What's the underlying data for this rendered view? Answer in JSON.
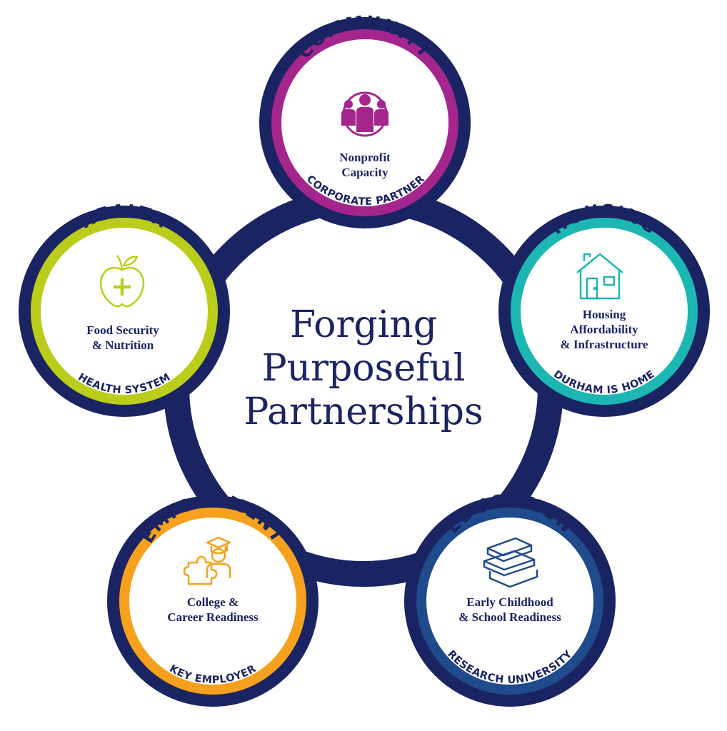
{
  "title_lines": [
    "Forging",
    "Purposeful",
    "Partnerships"
  ],
  "colors": {
    "navy": "#1b2463",
    "community": "#a4268c",
    "housing": "#1cb6b3",
    "education": "#1f4a8c",
    "employment": "#f5a11d",
    "health": "#b9cd1a"
  },
  "nodes": [
    {
      "key": "community",
      "title": "COMMUNITY",
      "focus_lines": [
        "Nonprofit",
        "Capacity"
      ],
      "role": "CORPORATE PARTNER",
      "icon": "people-group-icon",
      "color": "#a4268c"
    },
    {
      "key": "housing",
      "title": "HOUSING",
      "focus_lines": [
        "Housing",
        "Affordability",
        "& Infrastructure"
      ],
      "role": "DURHAM IS HOME",
      "icon": "house-icon",
      "color": "#1cb6b3"
    },
    {
      "key": "education",
      "title": "EDUCATION",
      "focus_lines": [
        "Early Childhood",
        "& School Readiness"
      ],
      "role": "RESEARCH UNIVERSITY",
      "icon": "books-stack-icon",
      "color": "#1f4a8c"
    },
    {
      "key": "employment",
      "title": "EMPLOYMENT",
      "focus_lines": [
        "College &",
        "Career Readiness"
      ],
      "role": "KEY EMPLOYER",
      "icon": "graduate-puzzle-icon",
      "color": "#f5a11d"
    },
    {
      "key": "health",
      "title": "HEALTH",
      "focus_lines": [
        "Food Security",
        "& Nutrition"
      ],
      "role": "HEALTH SYSTEM",
      "icon": "apple-plus-icon",
      "color": "#b9cd1a"
    }
  ]
}
